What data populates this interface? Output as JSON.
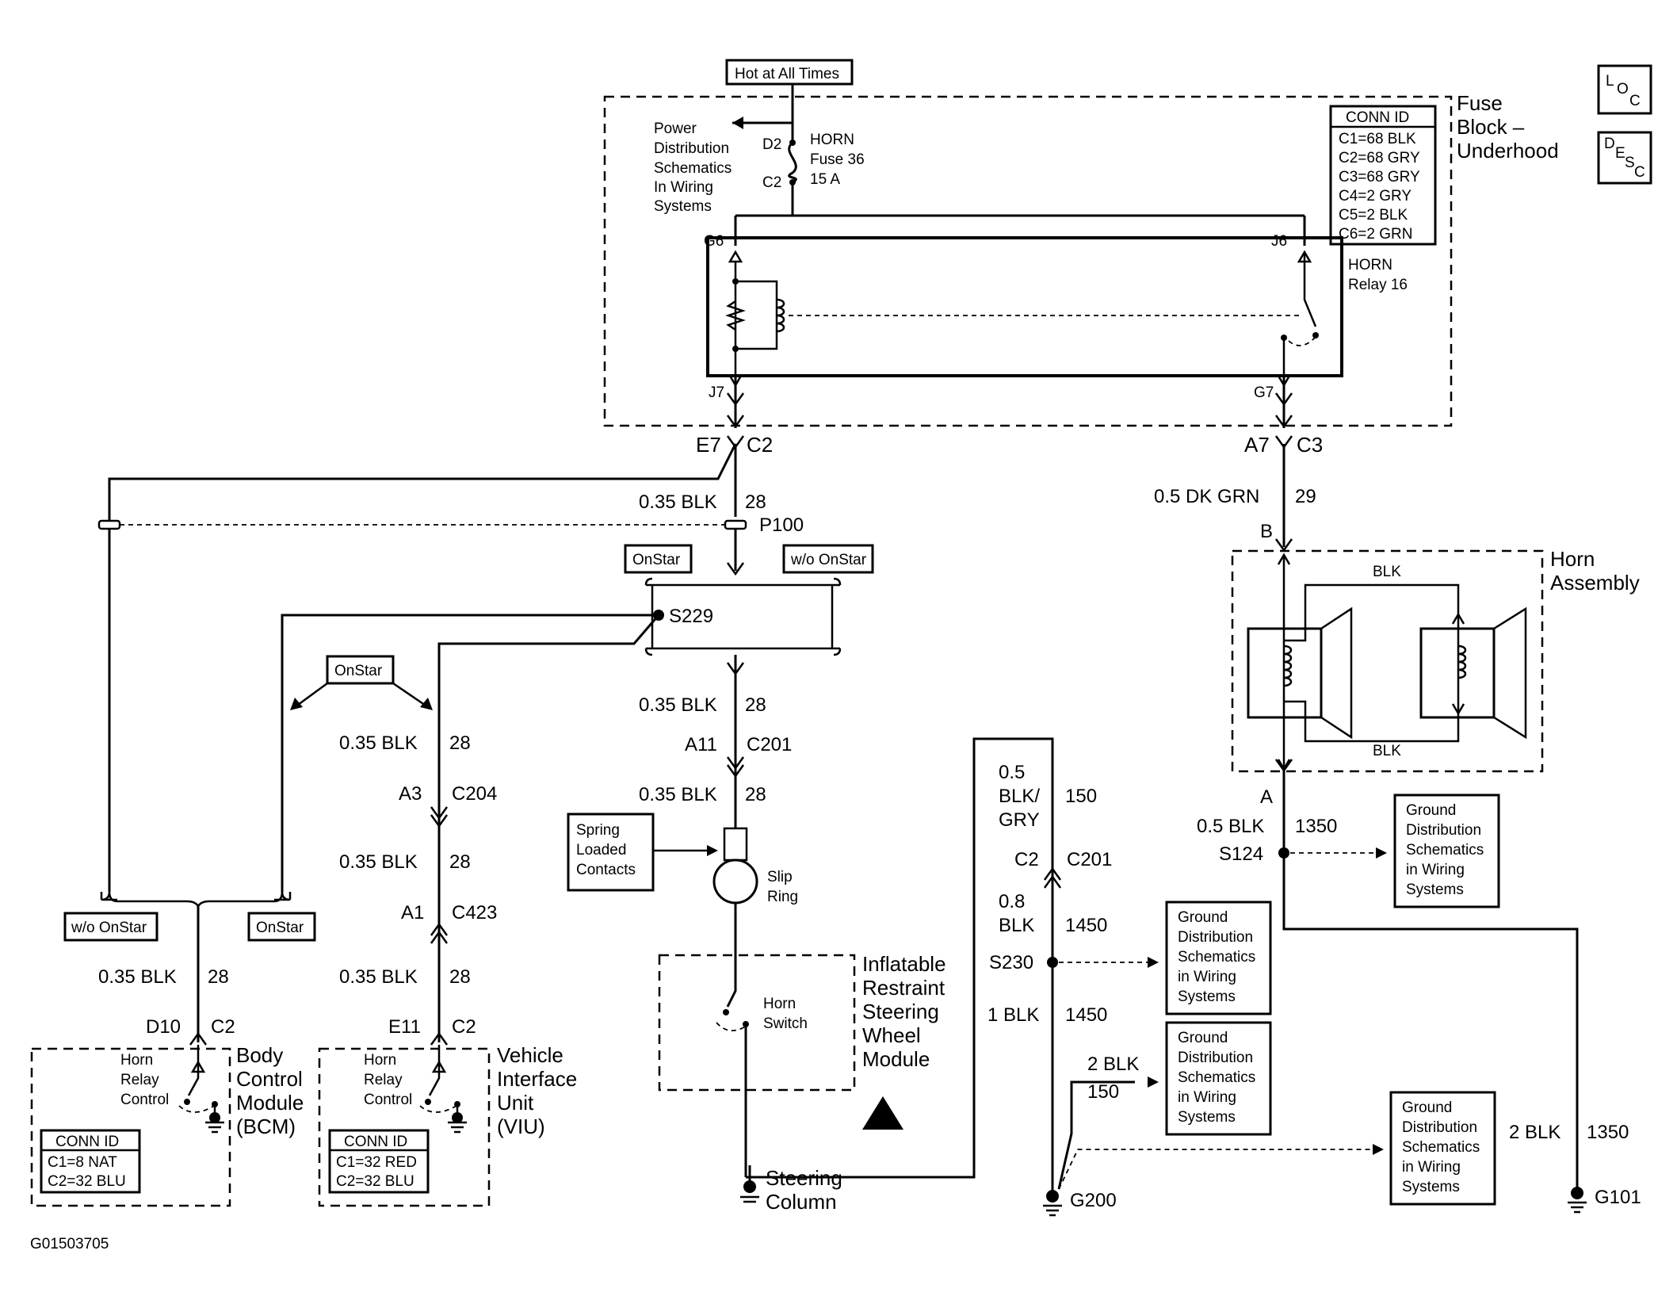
{
  "figure_id": "G01503705",
  "corner_tags": {
    "loc": [
      "L",
      "O",
      "C"
    ],
    "desc": [
      "D",
      "E",
      "S",
      "C"
    ]
  },
  "power": {
    "hot_label": "Hot at All Times",
    "pd_lines": [
      "Power",
      "Distribution",
      "Schematics",
      "In Wiring",
      "Systems"
    ]
  },
  "fuse": {
    "d2": "D2",
    "c2": "C2",
    "lines": [
      "HORN",
      "Fuse 36",
      "15 A"
    ]
  },
  "fuse_block": {
    "title_lines": [
      "Fuse",
      "Block –",
      "Underhood"
    ],
    "conn_title": "CONN ID",
    "conn_rows": [
      "C1=68 BLK",
      "C2=68 GRY",
      "C3=68 GRY",
      "C4=2 GRY",
      "C5=2 BLK",
      "C6=2 GRN"
    ]
  },
  "relay": {
    "lines": [
      "HORN",
      "Relay 16"
    ],
    "pins": {
      "g6": "G6",
      "j6": "J6",
      "j7": "J7",
      "g7": "G7"
    }
  },
  "left_circuit": {
    "conn_pin": "E7",
    "conn_id": "C2",
    "wire1": "0.35 BLK",
    "circ1": "28",
    "p100": "P100",
    "onstar_tag": "OnStar",
    "wo_onstar_tag": "w/o OnStar",
    "s229": "S229",
    "wire2": "0.35 BLK",
    "circ2": "28",
    "a11": "A11",
    "c201": "C201",
    "wire3": "0.35 BLK",
    "circ3": "28",
    "spring_lines": [
      "Spring",
      "Loaded",
      "Contacts"
    ],
    "slip_lines": [
      "Slip",
      "Ring"
    ],
    "horn_switch_lines": [
      "Horn",
      "Switch"
    ],
    "irsw_lines": [
      "Inflatable",
      "Restraint",
      "Steering",
      "Wheel",
      "Module"
    ],
    "steering_lines": [
      "Steering",
      "Column"
    ]
  },
  "viu_branch": {
    "onstar_tag": "OnStar",
    "wire1": "0.35 BLK",
    "circ1": "28",
    "a3": "A3",
    "c204": "C204",
    "wire2": "0.35 BLK",
    "circ2": "28",
    "a1": "A1",
    "c423": "C423",
    "wire3": "0.35 BLK",
    "circ3": "28",
    "e11": "E11",
    "c2": "C2",
    "relay_ctrl_lines": [
      "Horn",
      "Relay",
      "Control"
    ],
    "module_lines": [
      "Vehicle",
      "Interface",
      "Unit",
      "(VIU)"
    ],
    "conn_title": "CONN ID",
    "conn_rows": [
      "C1=32 RED",
      "C2=32 BLU"
    ]
  },
  "bcm_branch": {
    "wo_tag": "w/o OnStar",
    "onstar_tag": "OnStar",
    "wire1": "0.35 BLK",
    "circ1": "28",
    "d10": "D10",
    "c2": "C2",
    "relay_ctrl_lines": [
      "Horn",
      "Relay",
      "Control"
    ],
    "module_lines": [
      "Body",
      "Control",
      "Module",
      "(BCM)"
    ],
    "conn_title": "CONN ID",
    "conn_rows": [
      "C1=8 NAT",
      "C2=32 BLU"
    ]
  },
  "ground_circuit": {
    "w150_lines": [
      "0.5",
      "BLK/",
      "GRY"
    ],
    "c150": "150",
    "c2": "C2",
    "c201": "C201",
    "w1450_lines": [
      "0.8",
      "BLK"
    ],
    "c1450": "1450",
    "s230": "S230",
    "w3": "1 BLK",
    "c3": "1450",
    "w4": "2 BLK",
    "c4": "150",
    "g200": "G200",
    "gd_lines": [
      "Ground",
      "Distribution",
      "Schematics",
      "in Wiring",
      "Systems"
    ]
  },
  "horn_circuit": {
    "a7": "A7",
    "c3": "C3",
    "wire1": "0.5 DK GRN",
    "circ1": "29",
    "b": "B",
    "assembly_lines": [
      "Horn",
      "Assembly"
    ],
    "blk_top": "BLK",
    "blk_bottom": "BLK",
    "a": "A",
    "wire2": "0.5 BLK",
    "circ2": "1350",
    "s124": "S124",
    "wire3": "2 BLK",
    "circ3": "1350",
    "g101": "G101",
    "gd_lines": [
      "Ground",
      "Distribution",
      "Schematics",
      "in Wiring",
      "Systems"
    ]
  }
}
